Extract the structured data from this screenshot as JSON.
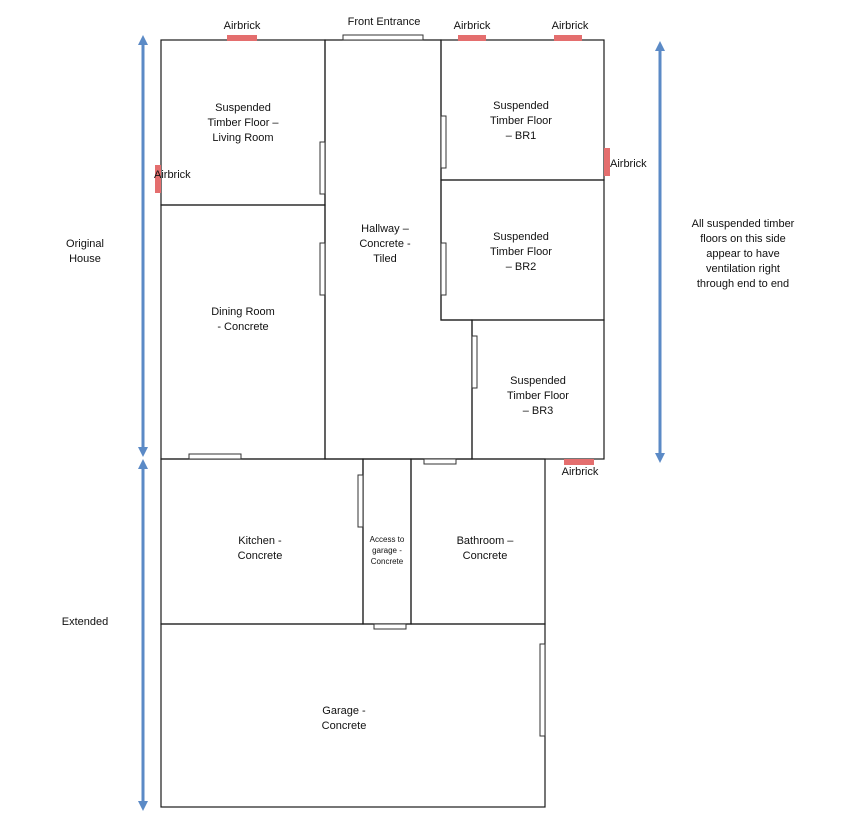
{
  "colors": {
    "wall": "#1a1a1a",
    "airbrick": "#e46e6e",
    "arrow": "#5b8ac6",
    "background": "#ffffff"
  },
  "rooms": {
    "living_room": "Suspended\nTimber Floor –\nLiving Room",
    "dining_room": "Dining Room\n- Concrete",
    "hallway": "Hallway –\nConcrete -\nTiled",
    "br1": "Suspended\nTimber Floor\n– BR1",
    "br2": "Suspended\nTimber Floor\n– BR2",
    "br3": "Suspended\nTimber Floor\n– BR3",
    "kitchen": "Kitchen -\nConcrete",
    "access_garage": "Access to\ngarage -\nConcrete",
    "bathroom": "Bathroom –\nConcrete",
    "garage": "Garage -\nConcrete"
  },
  "labels": {
    "front_entrance": "Front Entrance",
    "airbrick": "Airbrick",
    "original_house": "Original\nHouse",
    "extended": "Extended",
    "note": "All suspended timber\nfloors on this side\nappear to have\nventilation right\nthrough end to end"
  }
}
